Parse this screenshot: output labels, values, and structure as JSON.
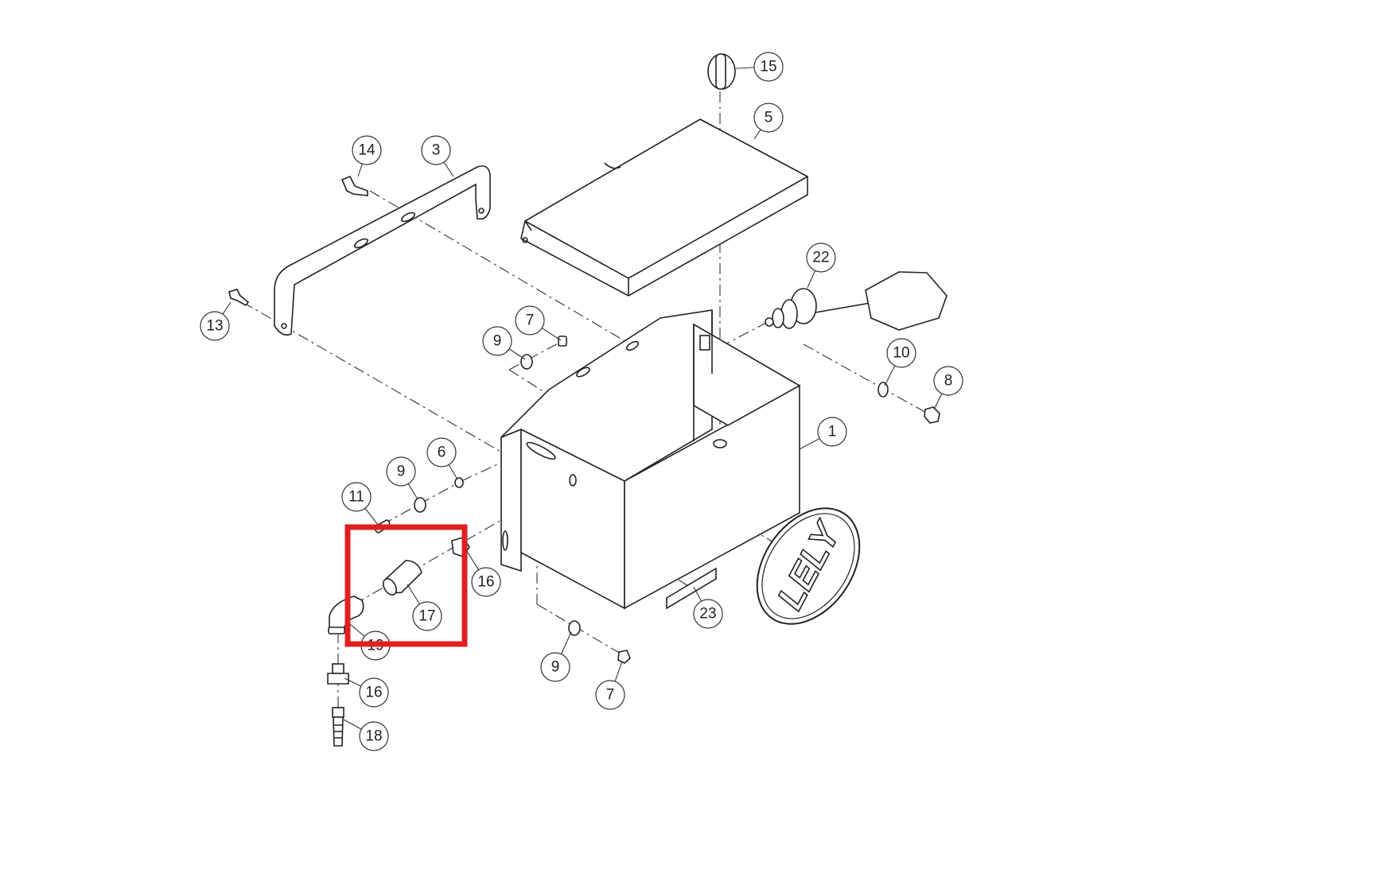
{
  "diagram": {
    "callouts": [
      "15",
      "5",
      "14",
      "3",
      "22",
      "13",
      "7",
      "9",
      "10",
      "8",
      "1",
      "6",
      "9",
      "11",
      "16",
      "17",
      "23",
      "19",
      "9",
      "7",
      "16",
      "18"
    ],
    "logo_text": "LELY",
    "highlight_color": "#e0201f",
    "highlighted_part": "17"
  }
}
